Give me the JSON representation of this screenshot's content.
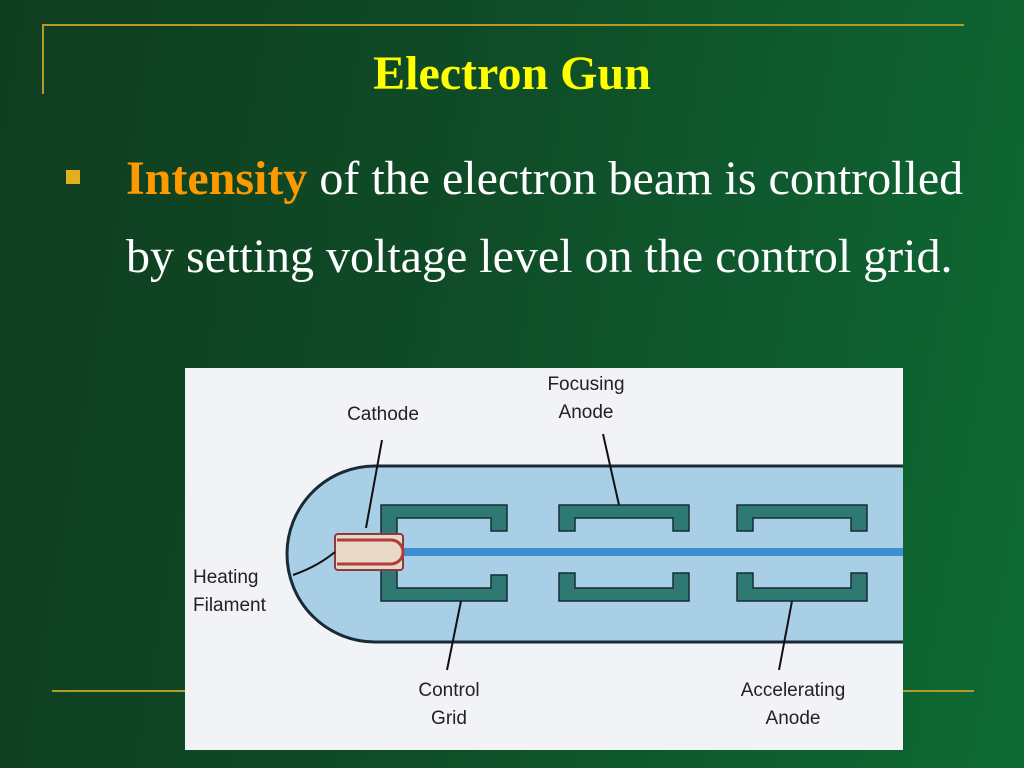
{
  "slide": {
    "title": "Electron Gun",
    "bullet": {
      "highlight": "Intensity",
      "text": " of the electron beam is controlled by setting voltage level on the control grid."
    }
  },
  "diagram": {
    "labels": {
      "cathode": "Cathode",
      "focusing_anode_line1": "Focusing",
      "focusing_anode_line2": "Anode",
      "heating_filament_line1": "Heating",
      "heating_filament_line2": "Filament",
      "control_grid_line1": "Control",
      "control_grid_line2": "Grid",
      "accelerating_anode_line1": "Accelerating",
      "accelerating_anode_line2": "Anode"
    }
  },
  "colors": {
    "title": "#ffff00",
    "highlight": "#ff9900",
    "body_text": "#ffffff",
    "bullet": "#e0b020",
    "frame_lines": "#b49a2a",
    "tube_fill": "#a8cfe6",
    "electrode_fill": "#2e7a73",
    "beam": "#3a8fd0"
  }
}
